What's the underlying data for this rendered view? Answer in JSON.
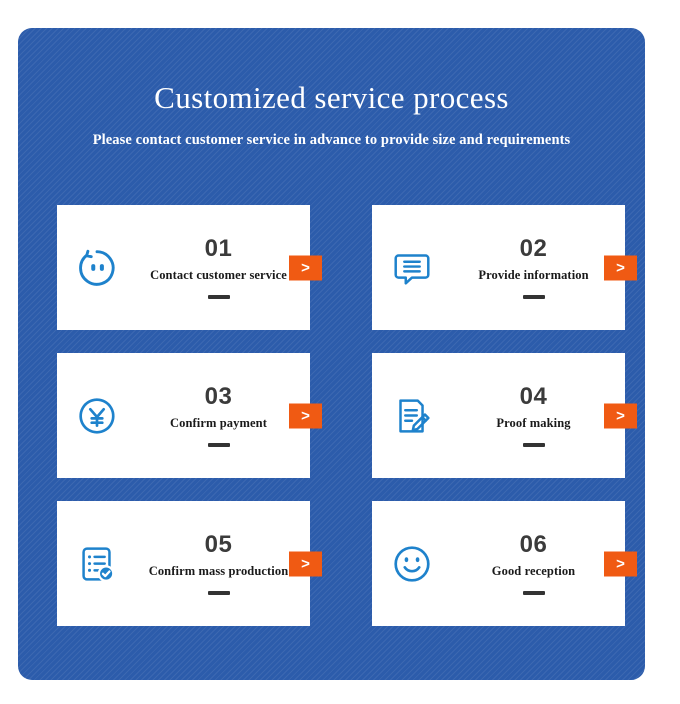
{
  "panel": {
    "title": "Customized service process",
    "subtitle": "Please contact customer service in advance to provide size and requirements",
    "background_color": "#2c5cab",
    "title_color": "#ffffff",
    "accent_color": "#f05a13",
    "icon_color": "#1e82cc",
    "card_background": "#ffffff"
  },
  "steps": [
    {
      "number": "01",
      "label": "Contact customer service",
      "icon": "customer-service-face-icon",
      "arrow_label": ">"
    },
    {
      "number": "02",
      "label": "Provide information",
      "icon": "speech-bubble-lines-icon",
      "arrow_label": ">"
    },
    {
      "number": "03",
      "label": "Confirm payment",
      "icon": "yuan-currency-circle-icon",
      "arrow_label": ">"
    },
    {
      "number": "04",
      "label": "Proof making",
      "icon": "document-pencil-icon",
      "arrow_label": ">"
    },
    {
      "number": "05",
      "label": "Confirm mass production",
      "icon": "checklist-check-badge-icon",
      "arrow_label": ">"
    },
    {
      "number": "06",
      "label": "Good reception",
      "icon": "smiley-face-icon",
      "arrow_label": ">"
    }
  ]
}
